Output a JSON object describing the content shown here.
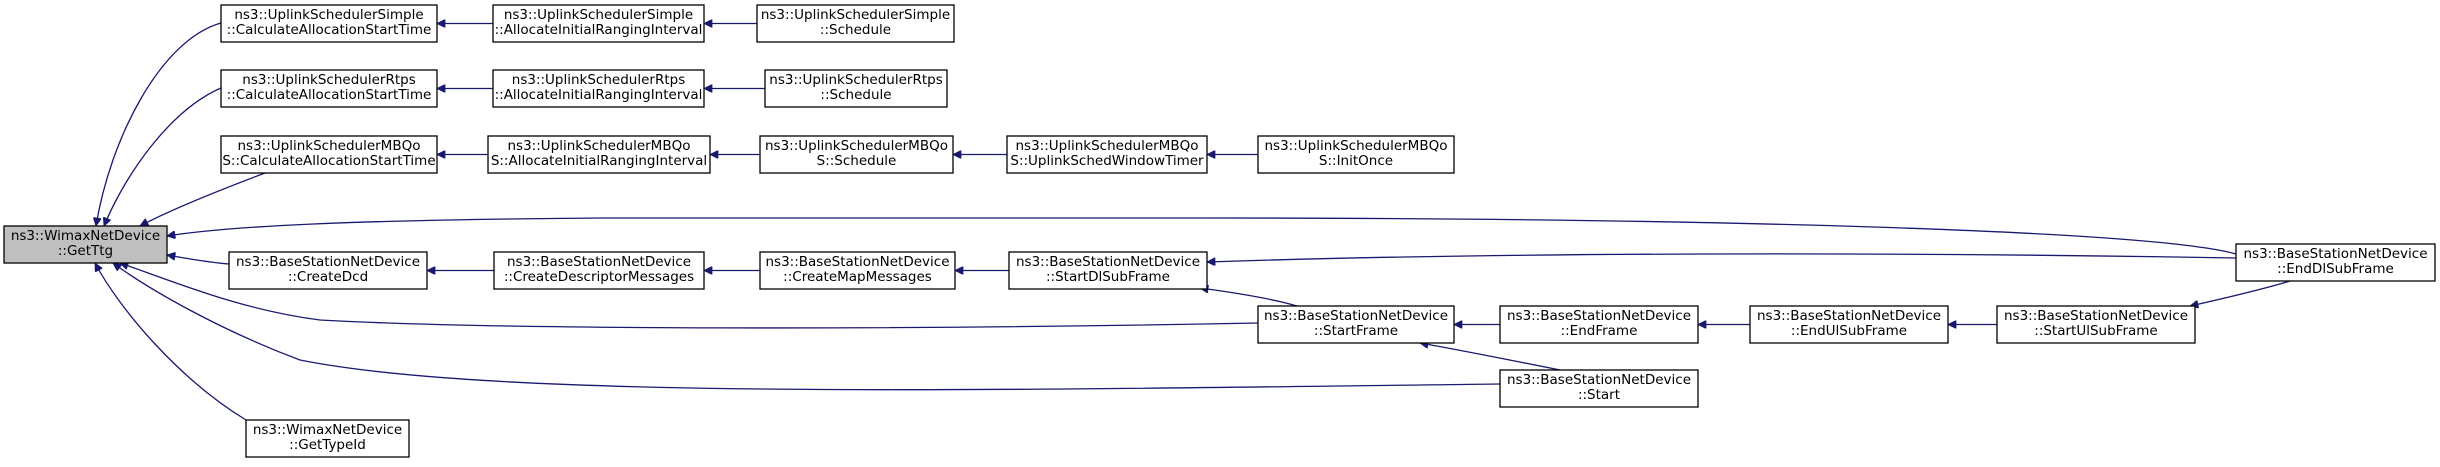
{
  "diagram": {
    "root": "getttg",
    "colors": {
      "edge": "#191970",
      "node_fill": "#ffffff",
      "root_fill": "#bfbfbf",
      "border": "#000000"
    },
    "nodes": [
      {
        "id": "getttg",
        "lines": [
          "ns3::WimaxNetDevice",
          "::GetTtg"
        ]
      },
      {
        "id": "simple_calc",
        "lines": [
          "ns3::UplinkSchedulerSimple",
          "::CalculateAllocationStartTime"
        ]
      },
      {
        "id": "simple_alloc",
        "lines": [
          "ns3::UplinkSchedulerSimple",
          "::AllocateInitialRangingInterval"
        ]
      },
      {
        "id": "simple_sched",
        "lines": [
          "ns3::UplinkSchedulerSimple",
          "::Schedule"
        ]
      },
      {
        "id": "rtps_calc",
        "lines": [
          "ns3::UplinkSchedulerRtps",
          "::CalculateAllocationStartTime"
        ]
      },
      {
        "id": "rtps_alloc",
        "lines": [
          "ns3::UplinkSchedulerRtps",
          "::AllocateInitialRangingInterval"
        ]
      },
      {
        "id": "rtps_sched",
        "lines": [
          "ns3::UplinkSchedulerRtps",
          "::Schedule"
        ]
      },
      {
        "id": "mbqos_calc",
        "lines": [
          "ns3::UplinkSchedulerMBQo",
          "S::CalculateAllocationStartTime"
        ]
      },
      {
        "id": "mbqos_alloc",
        "lines": [
          "ns3::UplinkSchedulerMBQo",
          "S::AllocateInitialRangingInterval"
        ]
      },
      {
        "id": "mbqos_sched",
        "lines": [
          "ns3::UplinkSchedulerMBQo",
          "S::Schedule"
        ]
      },
      {
        "id": "mbqos_timer",
        "lines": [
          "ns3::UplinkSchedulerMBQo",
          "S::UplinkSchedWindowTimer"
        ]
      },
      {
        "id": "mbqos_init",
        "lines": [
          "ns3::UplinkSchedulerMBQo",
          "S::InitOnce"
        ]
      },
      {
        "id": "bs_dcd",
        "lines": [
          "ns3::BaseStationNetDevice",
          "::CreateDcd"
        ]
      },
      {
        "id": "bs_desc",
        "lines": [
          "ns3::BaseStationNetDevice",
          "::CreateDescriptorMessages"
        ]
      },
      {
        "id": "bs_map",
        "lines": [
          "ns3::BaseStationNetDevice",
          "::CreateMapMessages"
        ]
      },
      {
        "id": "bs_startdl",
        "lines": [
          "ns3::BaseStationNetDevice",
          "::StartDlSubFrame"
        ]
      },
      {
        "id": "bs_enddl",
        "lines": [
          "ns3::BaseStationNetDevice",
          "::EndDlSubFrame"
        ]
      },
      {
        "id": "bs_startframe",
        "lines": [
          "ns3::BaseStationNetDevice",
          "::StartFrame"
        ]
      },
      {
        "id": "bs_endframe",
        "lines": [
          "ns3::BaseStationNetDevice",
          "::EndFrame"
        ]
      },
      {
        "id": "bs_endul",
        "lines": [
          "ns3::BaseStationNetDevice",
          "::EndUlSubFrame"
        ]
      },
      {
        "id": "bs_startul",
        "lines": [
          "ns3::BaseStationNetDevice",
          "::StartUlSubFrame"
        ]
      },
      {
        "id": "bs_start",
        "lines": [
          "ns3::BaseStationNetDevice",
          "::Start"
        ]
      },
      {
        "id": "gettypeid",
        "lines": [
          "ns3::WimaxNetDevice",
          "::GetTypeId"
        ]
      }
    ],
    "edges": [
      {
        "from": "simple_calc",
        "to": "getttg"
      },
      {
        "from": "simple_alloc",
        "to": "simple_calc"
      },
      {
        "from": "simple_sched",
        "to": "simple_alloc"
      },
      {
        "from": "rtps_calc",
        "to": "getttg"
      },
      {
        "from": "rtps_alloc",
        "to": "rtps_calc"
      },
      {
        "from": "rtps_sched",
        "to": "rtps_alloc"
      },
      {
        "from": "mbqos_calc",
        "to": "getttg"
      },
      {
        "from": "mbqos_alloc",
        "to": "mbqos_calc"
      },
      {
        "from": "mbqos_sched",
        "to": "mbqos_alloc"
      },
      {
        "from": "mbqos_timer",
        "to": "mbqos_sched"
      },
      {
        "from": "mbqos_init",
        "to": "mbqos_timer"
      },
      {
        "from": "bs_enddl",
        "to": "getttg"
      },
      {
        "from": "bs_dcd",
        "to": "getttg"
      },
      {
        "from": "bs_desc",
        "to": "bs_dcd"
      },
      {
        "from": "bs_map",
        "to": "bs_desc"
      },
      {
        "from": "bs_startdl",
        "to": "bs_map"
      },
      {
        "from": "bs_enddl",
        "to": "bs_startdl"
      },
      {
        "from": "bs_startframe",
        "to": "bs_startdl"
      },
      {
        "from": "bs_startframe",
        "to": "getttg"
      },
      {
        "from": "bs_endframe",
        "to": "bs_startframe"
      },
      {
        "from": "bs_endul",
        "to": "bs_endframe"
      },
      {
        "from": "bs_startul",
        "to": "bs_endul"
      },
      {
        "from": "bs_enddl",
        "to": "bs_startul"
      },
      {
        "from": "bs_start",
        "to": "bs_startframe"
      },
      {
        "from": "bs_start",
        "to": "getttg"
      },
      {
        "from": "gettypeid",
        "to": "getttg"
      }
    ]
  }
}
